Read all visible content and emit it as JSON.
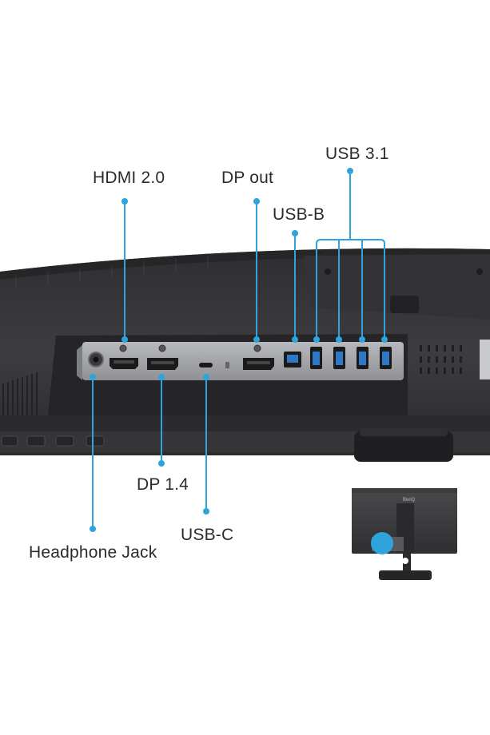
{
  "labels": {
    "hdmi": "HDMI 2.0",
    "dp_out": "DP out",
    "usb_b": "USB-B",
    "usb_31": "USB 3.1",
    "dp_14": "DP 1.4",
    "usb_c": "USB-C",
    "headphone": "Headphone Jack"
  },
  "inset": {
    "brand": "BenQ"
  },
  "colors": {
    "callout": "#2ea3dc",
    "body_dark": "#3b3b3d",
    "panel": "#9c9ea2"
  }
}
